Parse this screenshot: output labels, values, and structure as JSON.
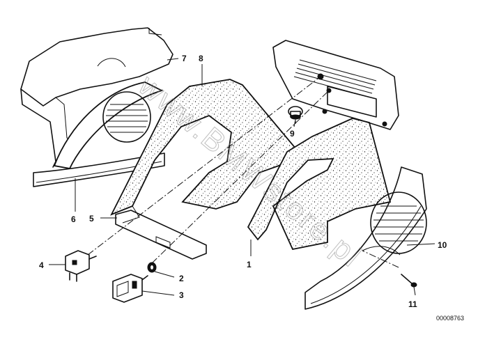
{
  "callouts": [
    "1",
    "2",
    "3",
    "4",
    "5",
    "6",
    "7",
    "8",
    "9",
    "10",
    "11"
  ],
  "diagram_code": "00008763",
  "watermark": "www.BMWstore.pl"
}
